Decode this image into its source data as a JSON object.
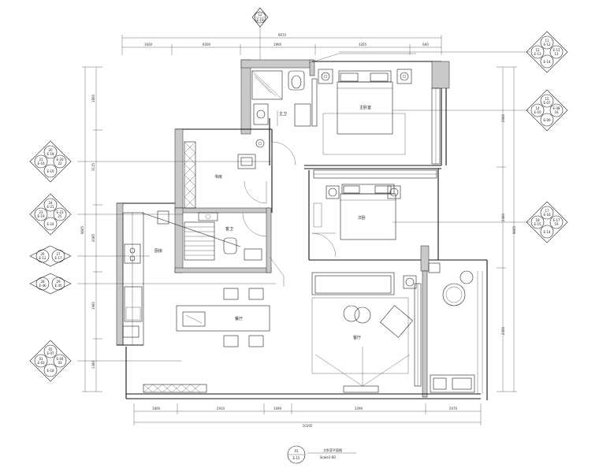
{
  "title": {
    "code": "01",
    "sheet": "E-15",
    "name": "主卧室平面图",
    "scale": "Scale1:60"
  },
  "rooms": {
    "master_bedroom": "主卧室",
    "master_bath": "主卫",
    "bath": "客卫",
    "study": "书房",
    "kitchen": "厨房",
    "dining": "餐厅",
    "living": "客厅",
    "second_bedroom": "次卧"
  },
  "dims": {
    "top_total": "9670",
    "top": [
      "1600",
      "6000",
      "1900",
      "3265",
      "600"
    ],
    "bottom_total": "10295",
    "bottom": [
      "1800",
      "2910",
      "1090",
      "3290",
      "2070"
    ],
    "left_total": "9665",
    "left": [
      "1800",
      "3115",
      "2085",
      "1960",
      "1380"
    ],
    "right_total": "9665",
    "right": [
      "2900",
      "2400",
      "2300"
    ]
  },
  "tags": {
    "top_marker": [
      "E-19",
      "12"
    ],
    "t1": [
      "11",
      "E-12",
      "12",
      "E-13",
      "E-11",
      "13",
      "E-14"
    ],
    "t2": [
      "15",
      "E-07",
      "14",
      "E-10",
      "E-08",
      "16",
      "E-09"
    ],
    "t3": [
      "17",
      "E-16",
      "18",
      "E-15",
      "E-17",
      "19",
      "E-14"
    ],
    "l1": [
      "20",
      "E-18",
      "21",
      "E-16",
      "E-20",
      "22",
      "E-19"
    ],
    "l2": [
      "24",
      "E-21",
      "23",
      "E-19",
      "E-23",
      "25",
      "E-24"
    ],
    "l3": [
      "26",
      "E-12",
      "27",
      "E-17"
    ],
    "l4": [
      "28",
      "E-46",
      "29",
      "E-45"
    ],
    "l5": [
      "02",
      "E-07",
      "01",
      "E-03",
      "E-04",
      "03",
      "E-18"
    ]
  }
}
